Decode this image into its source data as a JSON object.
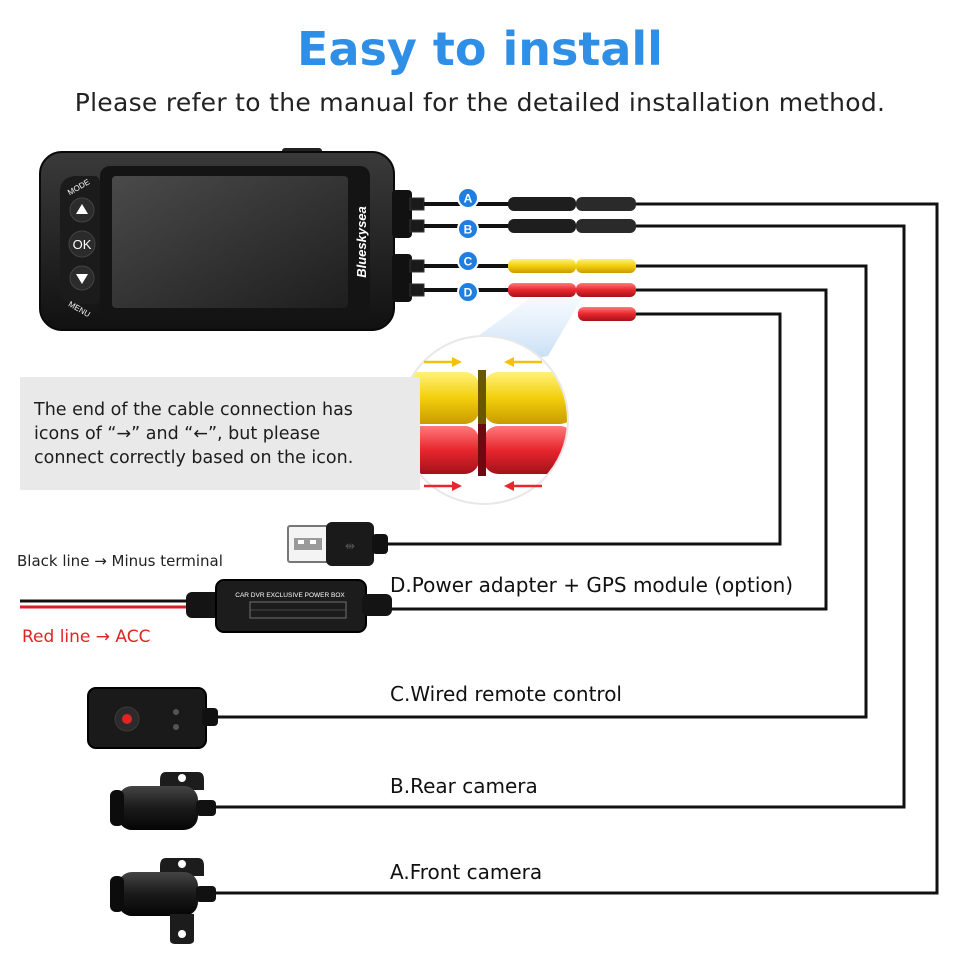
{
  "header": {
    "title": "Easy to install",
    "subtitle": "Please refer to the manual for the detailed installation method."
  },
  "device": {
    "brand": "Blueskysea",
    "buttons": {
      "mode": "MODE",
      "ok": "OK",
      "menu": "MENU"
    }
  },
  "connectors": [
    "A",
    "B",
    "C",
    "D"
  ],
  "note": {
    "lines": [
      "The end of the cable connection has",
      "icons of “→” and “←”, but please",
      "connect correctly based on the icon."
    ]
  },
  "power": {
    "black_line": "Black line → Minus terminal",
    "red_line": "Red line → ACC",
    "box_text": "CAR DVR EXCLUSIVE POWER BOX"
  },
  "labels": {
    "d": "D.Power adapter + GPS module (option)",
    "c": "C.Wired remote control",
    "b": "B.Rear camera",
    "a": "A.Front camera"
  },
  "colors": {
    "accent_blue": "#2f8ee6",
    "badge_blue": "#1e7fe0",
    "red_label": "#e02424",
    "wire": "#111111",
    "yellow_cable": "#f2d20c",
    "red_cable": "#e8262e"
  }
}
